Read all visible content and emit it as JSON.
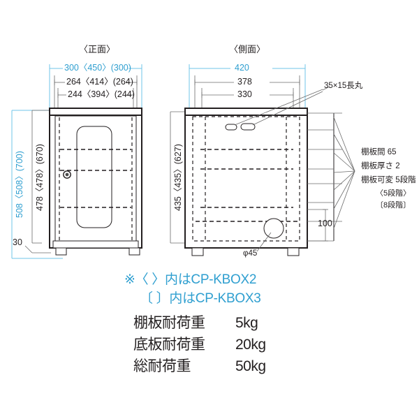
{
  "drawing": {
    "views": {
      "front": {
        "title": "〈正面〉",
        "width_dims": [
          {
            "text": "300〈450〉(300)",
            "color": "#2f9fd0"
          },
          {
            "text": "264〈414〉(264)",
            "color": "#231f20"
          },
          {
            "text": "244〈394〉(244)",
            "color": "#231f20"
          }
        ],
        "height_dims": [
          {
            "text": "508〈508〉(700)",
            "color": "#2f9fd0"
          },
          {
            "text": "478〈478〉(670)",
            "color": "#231f20"
          }
        ],
        "leg_dim": "30"
      },
      "side": {
        "title": "〈側面〉",
        "width_dims": [
          {
            "text": "420",
            "color": "#2f9fd0"
          },
          {
            "text": "378",
            "color": "#231f20"
          },
          {
            "text": "330",
            "color": "#231f20"
          }
        ],
        "height_dims": [
          {
            "text": "435〈435〉(627)",
            "color": "#231f20"
          }
        ],
        "bottom_dim": "100",
        "slot_callout": "35×15長丸",
        "hole_callout": "φ45"
      }
    },
    "shelf_notes": [
      "棚板間 65",
      "棚板厚さ 2",
      "棚板可変 5段階",
      "〈5段階〉",
      "〔8段階〕"
    ],
    "model_notes": [
      "※〈 〉内はCP-KBOX2",
      "〔 〕内はCP-KBOX3"
    ],
    "load_table": [
      {
        "label": "棚板耐荷重",
        "value": "5kg"
      },
      {
        "label": "底板耐荷重",
        "value": "20kg"
      },
      {
        "label": "総耐荷重",
        "value": "50kg"
      }
    ]
  }
}
